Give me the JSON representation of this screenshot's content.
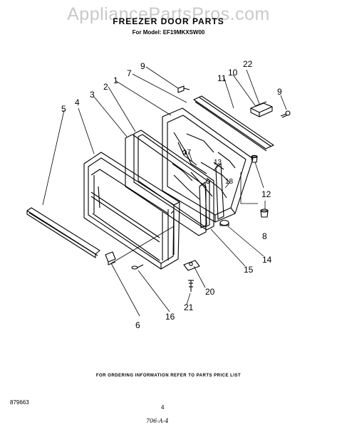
{
  "watermark": "AppliancePartsPros.com",
  "header": {
    "title": "FREEZER DOOR PARTS",
    "subtitle": "For Model: EF19MKXSW00"
  },
  "callouts": {
    "c1": "1",
    "c2": "2",
    "c3": "3",
    "c4": "4",
    "c5": "5",
    "c6": "6",
    "c7": "7",
    "c8": "8",
    "c9a": "9",
    "c9b": "9",
    "c10": "10",
    "c11": "11",
    "c12": "12",
    "c13": "13",
    "c14": "14",
    "c15": "15",
    "c16": "16",
    "c17": "17",
    "c18": "18",
    "c20": "20",
    "c21": "21",
    "c22": "22"
  },
  "footer": {
    "note": "FOR ORDERING INFORMATION REFER TO PARTS PRICE LIST",
    "doc_number": "879663",
    "page_number": "4",
    "handwritten": "706-A-4"
  }
}
